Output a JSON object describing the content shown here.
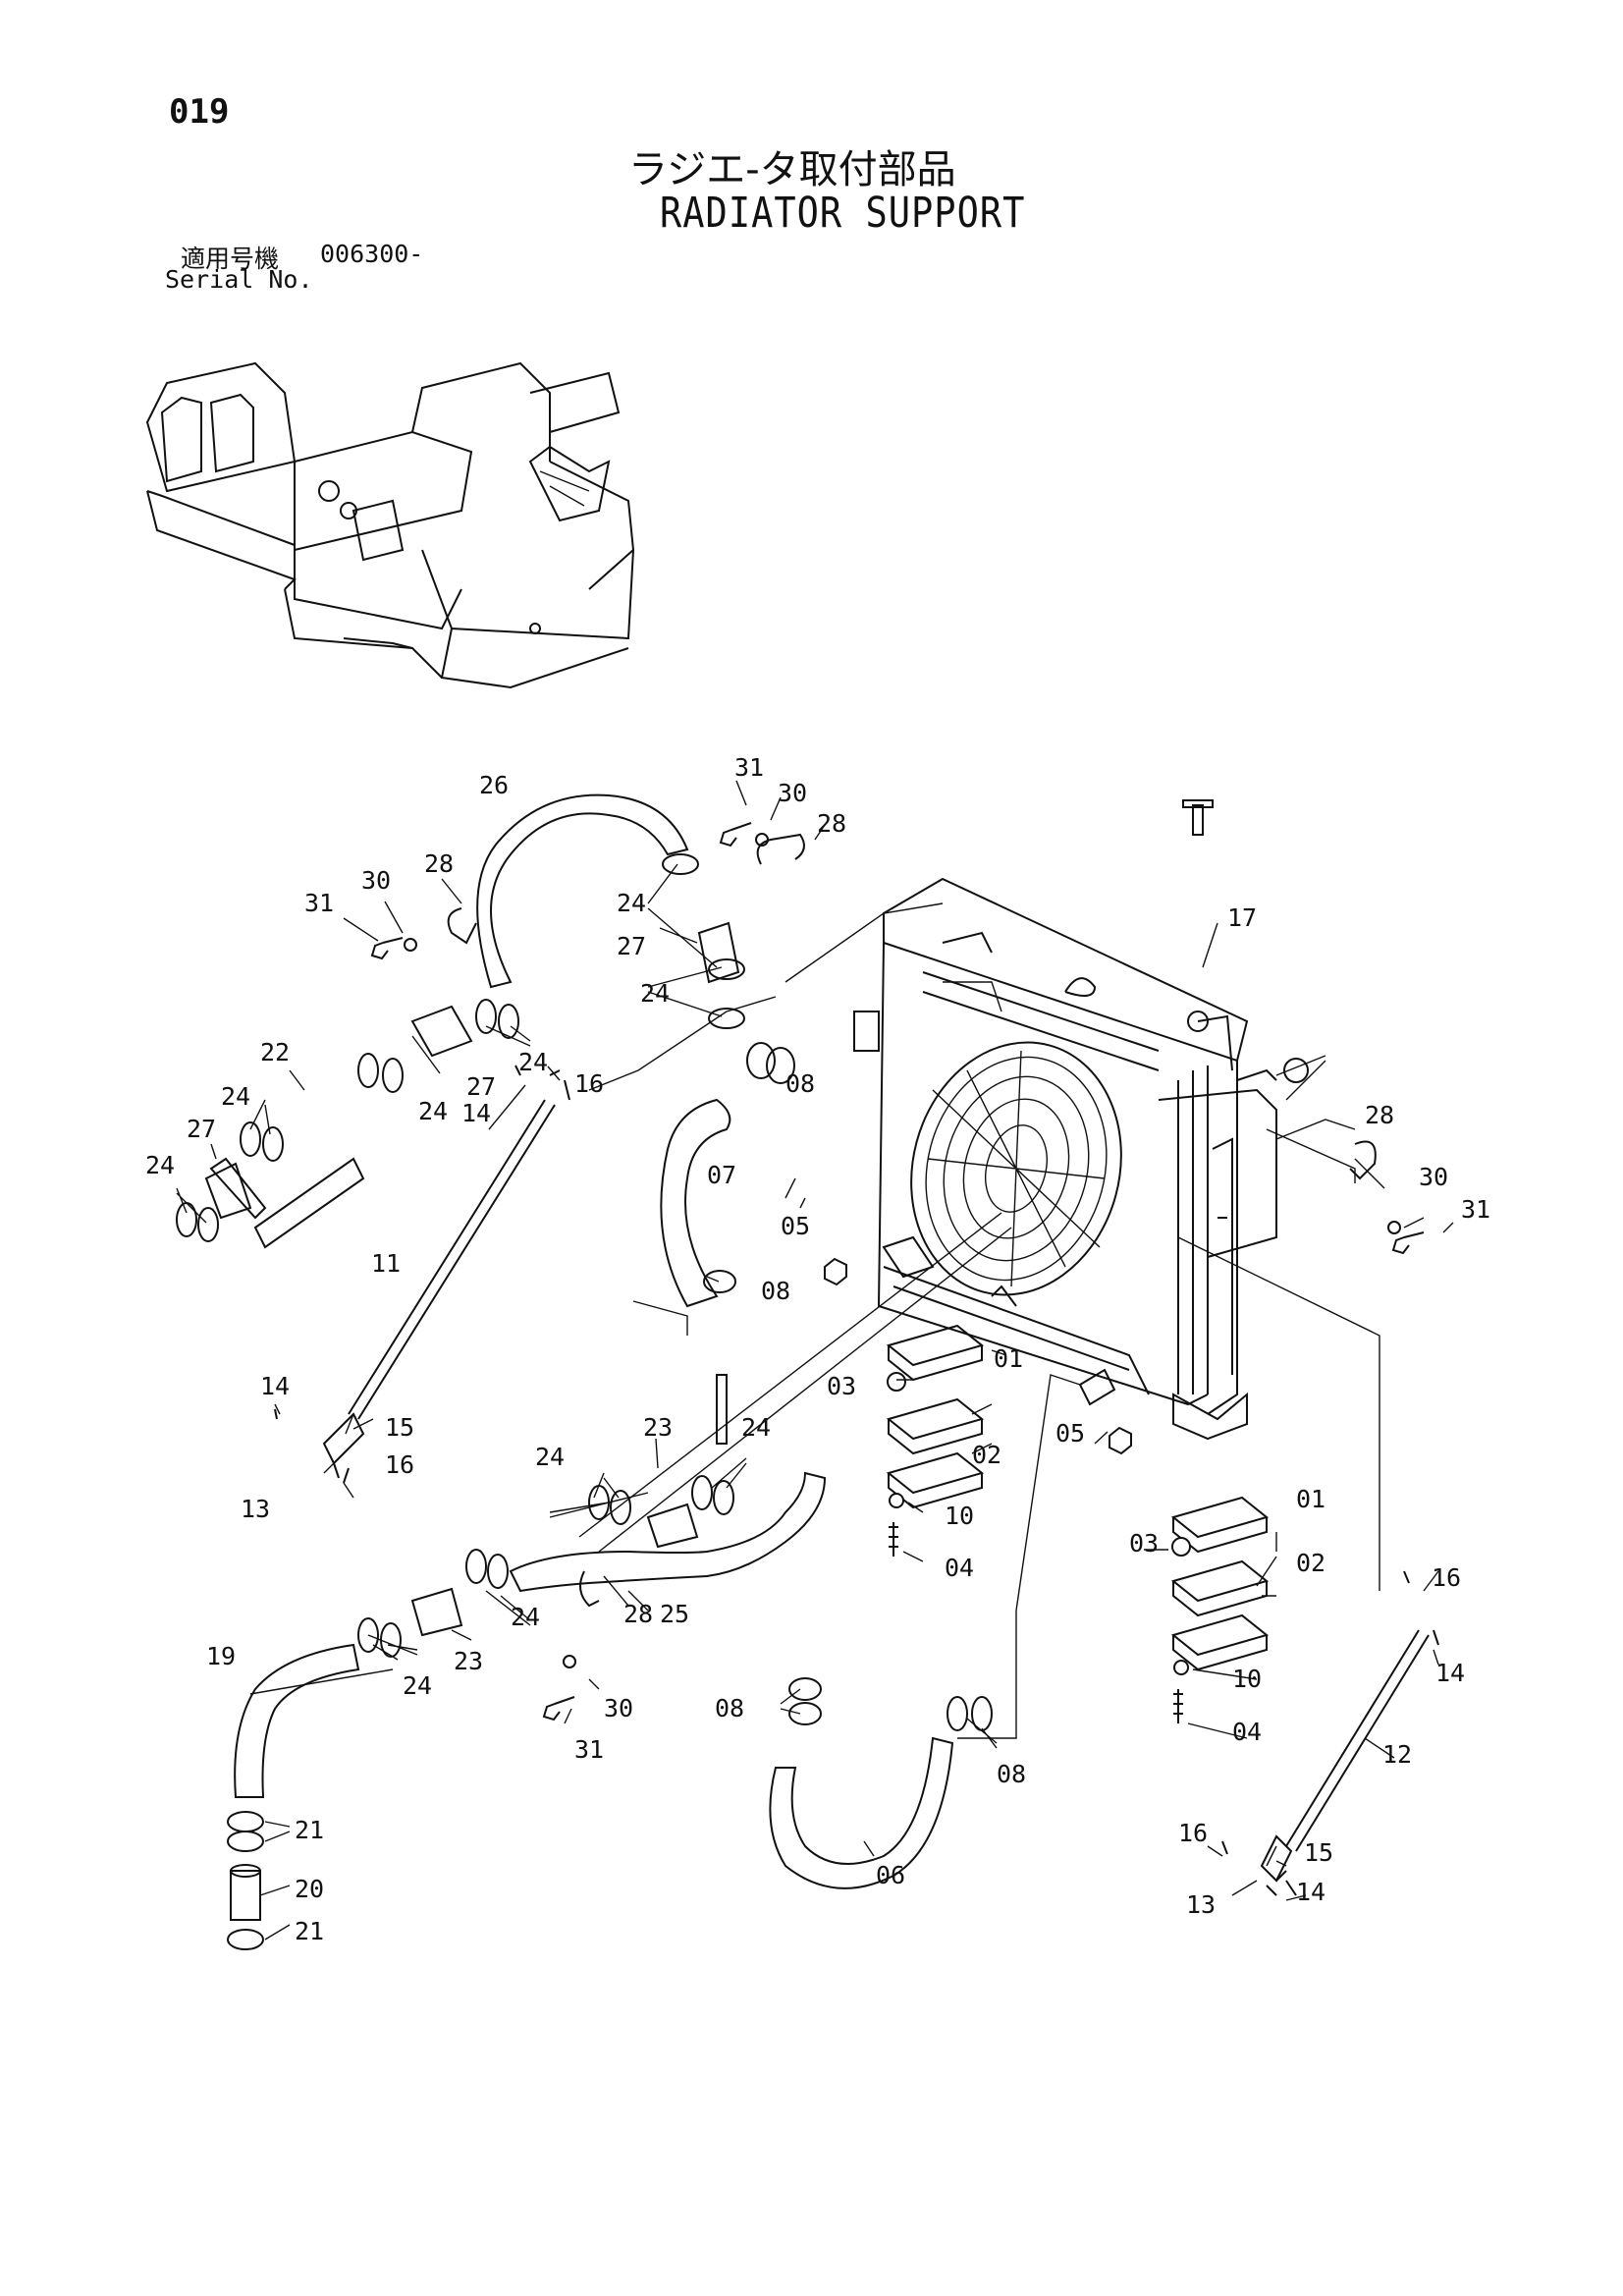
{
  "page_number": "019",
  "title_ja": "ラジエ-タ取付部品",
  "title_en": "RADIATOR SUPPORT",
  "serial": {
    "label_ja": "適用号機",
    "value": "006300-",
    "label_en": "Serial No."
  },
  "callouts": {
    "p01a": "01",
    "p01b": "01",
    "p02a": "02",
    "p02b": "02",
    "p03a": "03",
    "p03b": "03",
    "p04a": "04",
    "p04b": "04",
    "p05a": "05",
    "p05b": "05",
    "p06": "06",
    "p07": "07",
    "p08a": "08",
    "p08b": "08",
    "p08c": "08",
    "p08d": "08",
    "p10a": "10",
    "p10b": "10",
    "p11": "11",
    "p12": "12",
    "p13a": "13",
    "p13b": "13",
    "p14a": "14",
    "p14b": "14",
    "p14c": "14",
    "p14d": "14",
    "p15a": "15",
    "p15b": "15",
    "p16a": "16",
    "p16b": "16",
    "p16c": "16",
    "p16d": "16",
    "p17": "17",
    "p19": "19",
    "p20": "20",
    "p21a": "21",
    "p21b": "21",
    "p22": "22",
    "p23a": "23",
    "p23b": "23",
    "p24a": "24",
    "p24b": "24",
    "p24c": "24",
    "p24d": "24",
    "p24e": "24",
    "p24f": "24",
    "p24g": "24",
    "p24h": "24",
    "p24i": "24",
    "p24j": "24",
    "p25": "25",
    "p26": "26",
    "p27a": "27",
    "p27b": "27",
    "p27c": "27",
    "p28a": "28",
    "p28b": "28",
    "p28c": "28",
    "p28d": "28",
    "p30a": "30",
    "p30b": "30",
    "p30c": "30",
    "p30d": "30",
    "p31a": "31",
    "p31b": "31",
    "p31c": "31",
    "p31d": "31"
  }
}
